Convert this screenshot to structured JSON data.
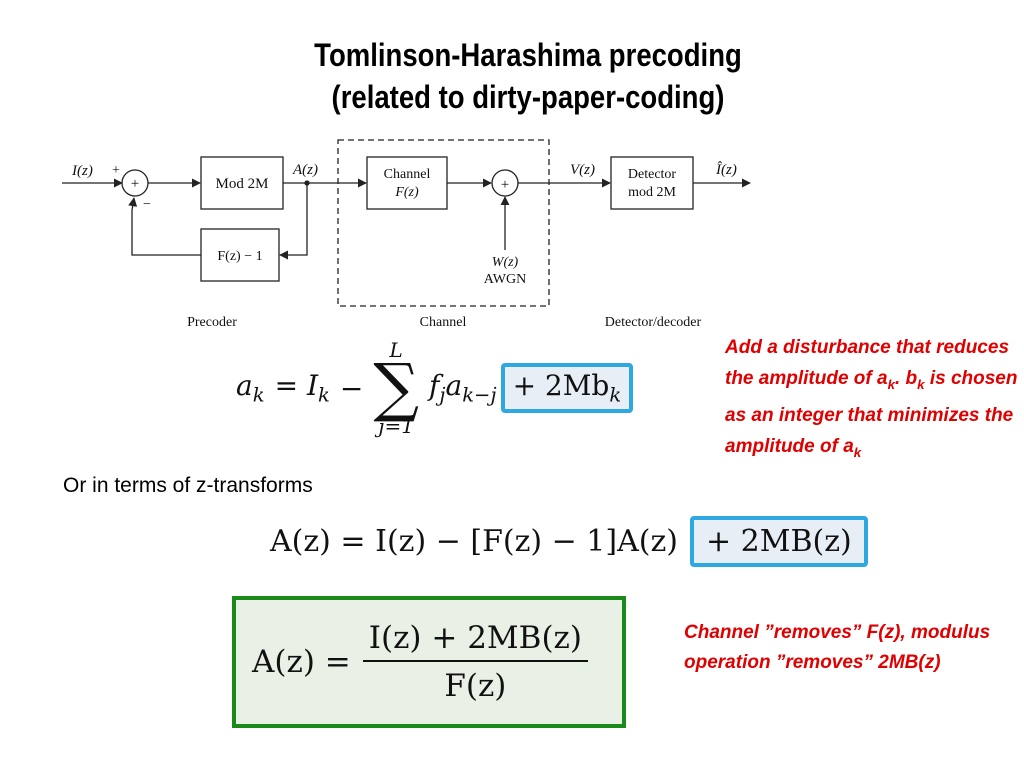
{
  "slide": {
    "title_line1": "Tomlinson-Harashima precoding",
    "title_line2": "(related to dirty-paper-coding)"
  },
  "diagram": {
    "input_label": "I(z)",
    "plus_sign": "+",
    "minus_sign": "−",
    "sum_symbol": "+",
    "mod_block": "Mod 2M",
    "feedback_block": "F(z) − 1",
    "signal_a": "A(z)",
    "channel_block_line1": "Channel",
    "channel_block_line2": "F(z)",
    "noise_label_line1": "W(z)",
    "noise_label_line2": "AWGN",
    "signal_v": "V(z)",
    "detector_line1": "Detector",
    "detector_line2": "mod 2M",
    "output_label": "Î(z)",
    "section_precoder": "Precoder",
    "section_channel": "Channel",
    "section_detector": "Detector/decoder"
  },
  "equations": {
    "eq1": {
      "lhs": "a",
      "lhs_sub": "k",
      "eq_i": "= I",
      "i_sub": "k",
      "minus": "−",
      "sum_upper": "L",
      "sum_symbol": "∑",
      "sum_lower": "j=1",
      "f": "f",
      "f_sub": "j",
      "a": "a",
      "a_sub": "k−j",
      "boxed": "+ 2Mb",
      "boxed_sub": "k"
    },
    "z_transform_caption": "Or in terms of z-transforms",
    "eq2": {
      "body": "A(z) = I(z) − [F(z) − 1]A(z)",
      "boxed": "+ 2MB(z)"
    },
    "eq3": {
      "lhs": "A(z) =",
      "numerator": "I(z) + 2MB(z)",
      "denominator": "F(z)"
    }
  },
  "notes": {
    "note1_part1": "Add a disturbance that reduces the amplitude of a",
    "note1_sub1": "k",
    "note1_part2": ". b",
    "note1_sub2": "k",
    "note1_part3": " is chosen as an integer that minimizes the amplitude of a",
    "note1_sub3": "k",
    "note2": "Channel ”removes” F(z), modulus operation ”removes” 2MB(z)"
  },
  "colors": {
    "note_text": "#e00000",
    "blue_box_border": "#2ea8e0",
    "green_box_border": "#1a8a1a"
  }
}
